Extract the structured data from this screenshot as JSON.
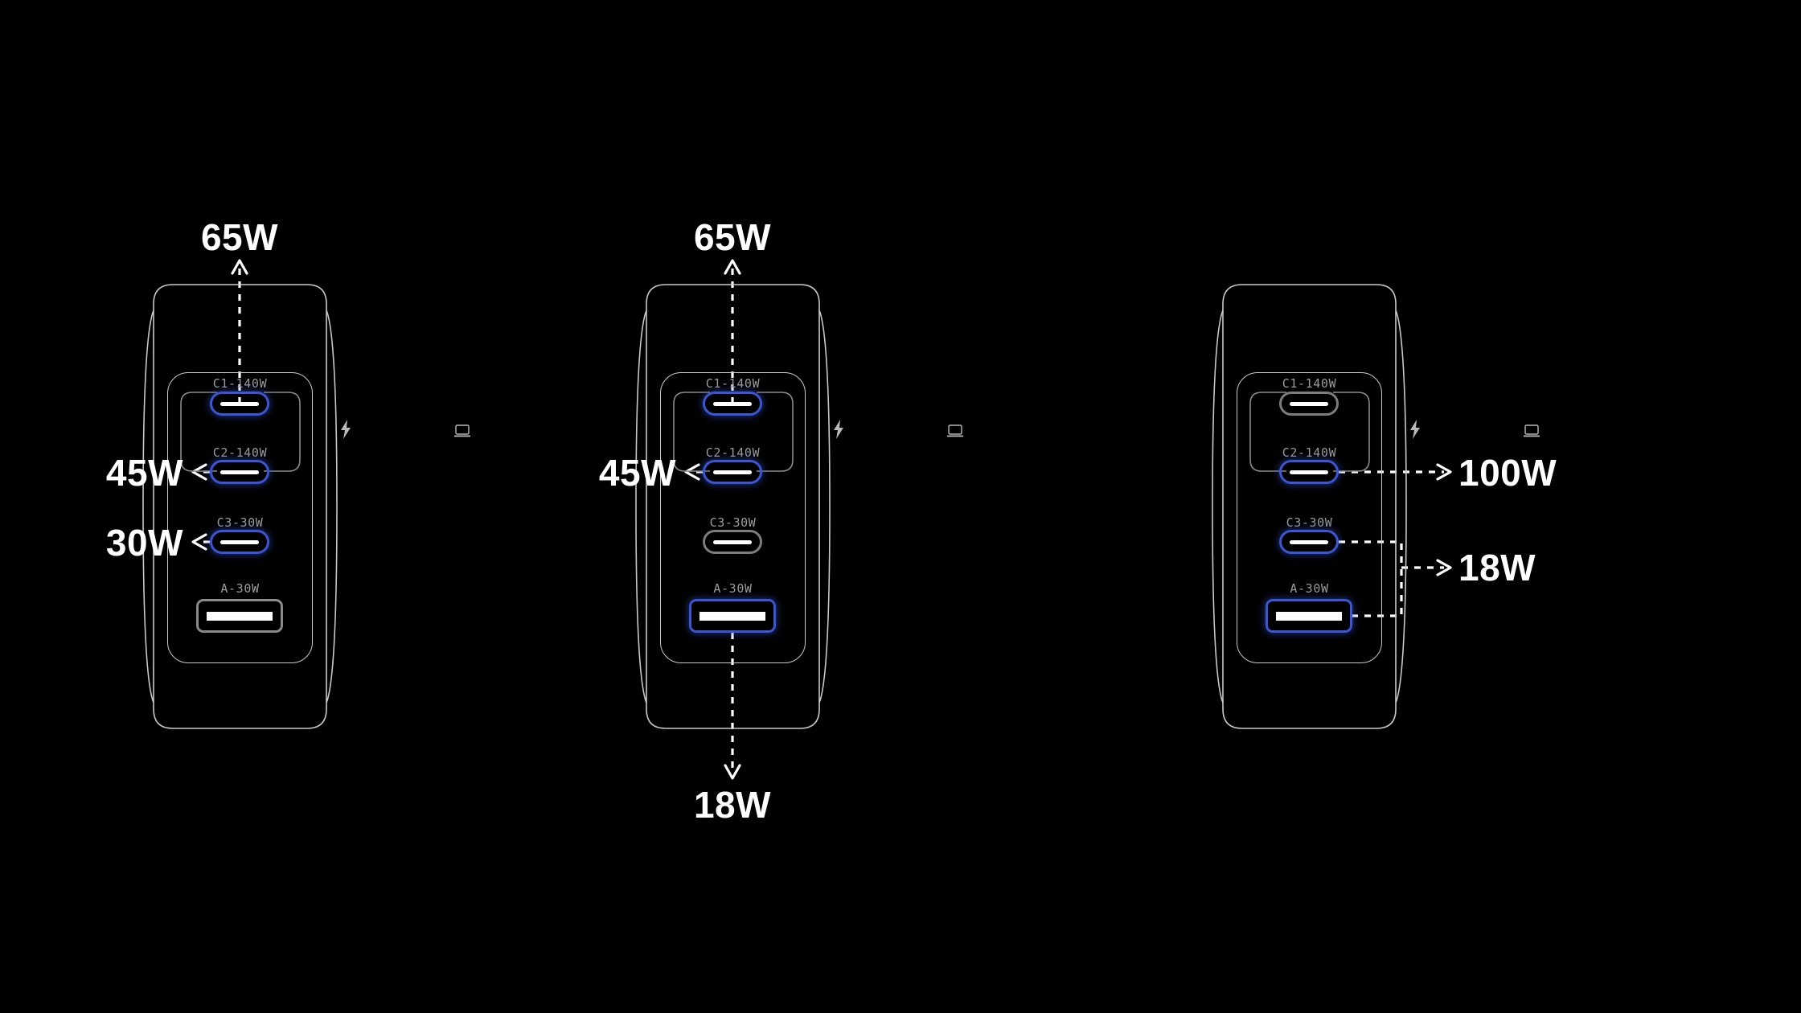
{
  "meta": {
    "background_color": "#000000",
    "active_port_color": "#3b56d4",
    "inactive_port_color": "#7d7d7d",
    "label_color": "#9b9b9b",
    "callout_color": "#ffffff",
    "outline_color": "#c9c9c9"
  },
  "port_labels": {
    "c1": "C1-140W",
    "c2": "C2-140W",
    "c3": "C3-30W",
    "a": "A-30W"
  },
  "icons": {
    "bolt": "lightning-bolt-icon",
    "laptop": "laptop-icon"
  },
  "panels": [
    {
      "id": "panel-one",
      "ports": {
        "c1_active": true,
        "c2_active": true,
        "c3_active": true,
        "a_active": false
      },
      "callouts": {
        "top": {
          "value": "65W",
          "visible": true
        },
        "bottom": {
          "value": "",
          "visible": false
        },
        "left_upper": {
          "value": "45W",
          "visible": true
        },
        "left_lower": {
          "value": "30W",
          "visible": true
        },
        "right_upper": {
          "value": "",
          "visible": false
        },
        "right_lower": {
          "value": "",
          "visible": false
        }
      }
    },
    {
      "id": "panel-two",
      "ports": {
        "c1_active": true,
        "c2_active": true,
        "c3_active": false,
        "a_active": true
      },
      "callouts": {
        "top": {
          "value": "65W",
          "visible": true
        },
        "bottom": {
          "value": "18W",
          "visible": true
        },
        "left_upper": {
          "value": "45W",
          "visible": true
        },
        "left_lower": {
          "value": "",
          "visible": false
        },
        "right_upper": {
          "value": "",
          "visible": false
        },
        "right_lower": {
          "value": "",
          "visible": false
        }
      }
    },
    {
      "id": "panel-three",
      "ports": {
        "c1_active": false,
        "c2_active": true,
        "c3_active": true,
        "a_active": true
      },
      "callouts": {
        "top": {
          "value": "",
          "visible": false
        },
        "bottom": {
          "value": "",
          "visible": false
        },
        "left_upper": {
          "value": "",
          "visible": false
        },
        "left_lower": {
          "value": "",
          "visible": false
        },
        "right_upper": {
          "value": "100W",
          "visible": true
        },
        "right_lower": {
          "value": "18W",
          "visible": true
        }
      }
    }
  ]
}
